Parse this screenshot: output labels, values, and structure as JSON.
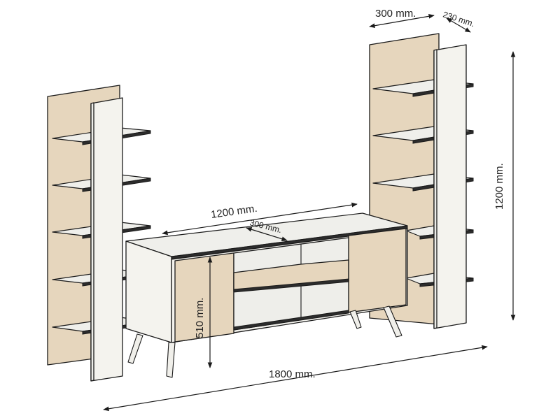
{
  "dimensions": {
    "top_depth": "300 mm.",
    "top_side": "230 mm.",
    "height_right": "1200 mm.",
    "unit_width": "1200 mm.",
    "unit_depth": "300 mm.",
    "unit_height": "510 mm.",
    "total_width": "1800 mm."
  },
  "colors": {
    "wood": "#e6d6bd",
    "white_panel": "#f4f3ee",
    "outline": "#1a1a1a"
  }
}
